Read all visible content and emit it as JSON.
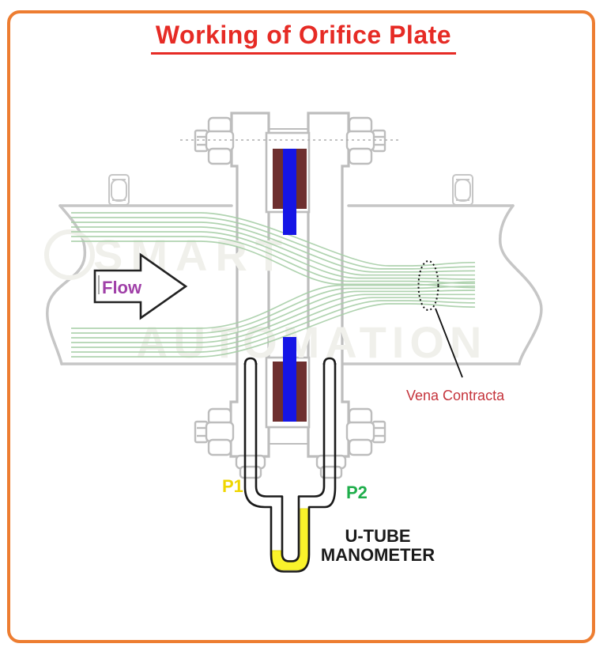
{
  "frame": {
    "border_color": "#ED7D31",
    "background": "#FFFFFF"
  },
  "title": {
    "text": "Working of Orifice Plate",
    "color": "#E62B25"
  },
  "labels": {
    "flow": {
      "text": "Flow",
      "color": "#A040A8"
    },
    "vena_contracta": {
      "text": "Vena Contracta",
      "color": "#C5343C"
    },
    "p1": {
      "text": "P1",
      "color": "#EFD600"
    },
    "p2": {
      "text": "P2",
      "color": "#1FAE4B"
    },
    "manometer_line1": "U-TUBE",
    "manometer_line2": "MANOMETER"
  },
  "watermark": {
    "line1": "SMART",
    "line2": "AUTOMATION",
    "color": "#F0F0EB"
  },
  "diagram": {
    "colors": {
      "pipe_gray": "#C6C6C6",
      "flange_gray": "#BDBDBD",
      "flow_green": "#A8CFA8",
      "plate_brown": "#6E2F2F",
      "plate_blue": "#1515E6",
      "fluid_yellow": "#FAF32B",
      "tube_black": "#1A1A1A",
      "arrow_black": "#222222",
      "dash_gray": "#AFAFAF"
    }
  }
}
